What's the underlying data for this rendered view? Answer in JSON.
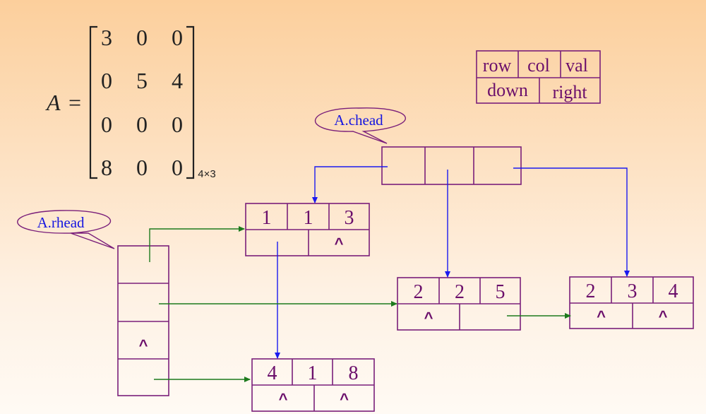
{
  "matrix": {
    "name": "A",
    "equals": "=",
    "rows": [
      [
        "3",
        "0",
        "0"
      ],
      [
        "0",
        "5",
        "4"
      ],
      [
        "0",
        "0",
        "0"
      ],
      [
        "8",
        "0",
        "0"
      ]
    ],
    "size_label": "4×3"
  },
  "legend": {
    "top": [
      "row",
      "col",
      "val"
    ],
    "bottom": [
      "down",
      "right"
    ]
  },
  "callouts": {
    "chead": "A.chead",
    "rhead": "A.rhead"
  },
  "null_symbol": "^",
  "nodes": [
    {
      "id": "n113",
      "row": "1",
      "col": "1",
      "val": "3",
      "down": "",
      "right": "^"
    },
    {
      "id": "n225",
      "row": "2",
      "col": "2",
      "val": "5",
      "down": "^",
      "right": ""
    },
    {
      "id": "n234",
      "row": "2",
      "col": "3",
      "val": "4",
      "down": "^",
      "right": "^"
    },
    {
      "id": "n418",
      "row": "4",
      "col": "1",
      "val": "8",
      "down": "^",
      "right": "^"
    }
  ],
  "rhead": [
    "",
    "",
    "^",
    ""
  ],
  "colors": {
    "box": "#7a1f7a",
    "text": "#6b0f6b",
    "column_links": "#1a1af0",
    "row_links": "#1d7a1d",
    "callout_text": "#1616e0"
  }
}
